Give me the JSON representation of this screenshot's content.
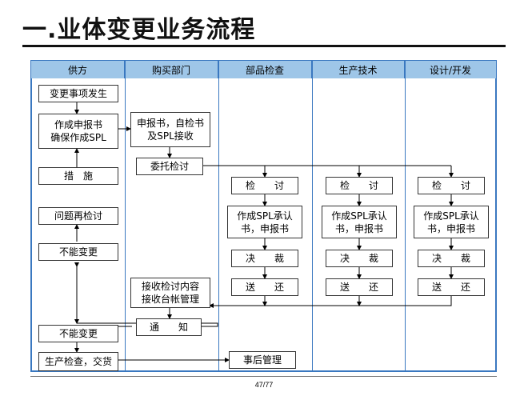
{
  "page": {
    "title": "一.业体变更业务流程",
    "page_number": "47/77"
  },
  "columns": [
    "供方",
    "购买部门",
    "部品检查",
    "生产技术",
    "设计/开发"
  ],
  "supplier": {
    "change_occurs": "变更事项发生",
    "create_report": "作成申报书\n确保作成SPL",
    "measures": "措　施",
    "recheck": "问题再检讨",
    "cannot_change_1": "不能变更",
    "cannot_change_2": "不能变更",
    "production_check": "生产检查，交货"
  },
  "purchasing": {
    "receive_report": "申报书，自检书\n及SPL接收",
    "entrust_review": "委托检讨",
    "receive_result": "接收检讨内容\n接收台帐管理",
    "notify": "通　　知"
  },
  "inspection": {
    "review": "检　　讨",
    "create_approval": "作成SPL承认\n书，申报书",
    "decide": "决　　裁",
    "send_back": "送　　还",
    "post_management": "事后管理"
  },
  "production_tech": {
    "review": "检　　讨",
    "create_approval": "作成SPL承认\n书，申报书",
    "decide": "决　　裁",
    "send_back": "送　　还"
  },
  "design_dev": {
    "review": "检　　讨",
    "create_approval": "作成SPL承认\n书，申报书",
    "decide": "决　　裁",
    "send_back": "送　　还"
  },
  "colors": {
    "header_fill": "#9ec6e8",
    "frame_border": "#3a78c0",
    "box_border": "#333333",
    "arrow": "#000000"
  }
}
